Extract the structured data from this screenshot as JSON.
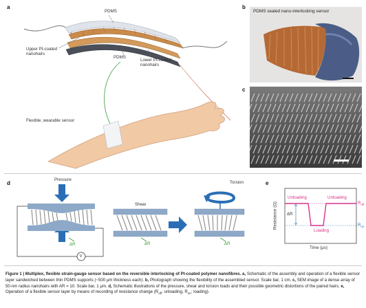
{
  "panels": {
    "a": {
      "letter": "a",
      "pdms_top": "PDMS",
      "upper_label": "Upper Pt-coated nanohairs",
      "pdms_mid": "PDMS",
      "lower_label": "Lower Pt-coated nanohairs",
      "wearable_label": "Flexible, wearable sensor"
    },
    "b": {
      "letter": "b",
      "label": "PDMS sealed nano-interlocking sensor"
    },
    "c": {
      "letter": "c"
    },
    "d": {
      "letter": "d",
      "pressure": "Pressure",
      "delta_r": "ΔR",
      "voltmeter": "V",
      "shear": "Shear",
      "shear_delta": "ΔR",
      "torsion": "Torsion",
      "torsion_delta": "ΔR"
    },
    "e": {
      "letter": "e",
      "ylabel": "Resistance (Ω)",
      "xlabel": "Time (μs)",
      "unloading_left": "Unloading",
      "unloading_right": "Unloading",
      "loading": "Loading",
      "r_off": "R",
      "r_off_sub": "off",
      "r_on": "R",
      "r_on_sub": "on",
      "delta_r": "ΔR"
    }
  },
  "caption": {
    "bold_part": "Figure 1 | Multiplex, flexible strain-gauge sensor based on the reversible interlocking of Pt-coated polymer nanofibres. a,",
    "text_a": " Schematic of the assembly and operation of a flexible sensor layer sandwiched between thin PDMS supports (~500 μm thickness each). ",
    "b_letter": "b,",
    "text_b": " Photograph showing the flexibility of the assembled sensor. Scale bar, 1 cm. ",
    "c_letter": "c,",
    "text_c": " SEM image of a dense array of 50-nm radius nanohairs with AR = 10. Scale bar, 1 μm. ",
    "d_letter": "d,",
    "text_d": " Schematic illustrations of the pressure, shear and torsion loads and their possible geometric distortions of the paired hairs. ",
    "e_letter": "e,",
    "text_e": " Operation of a flexible sensor layer by means of recording of resistance change (R",
    "off_sub": "off",
    "text_e2": ": unloading, R",
    "on_sub": "on",
    "text_e3": ": loading)."
  },
  "colors": {
    "pink": "#d6338a",
    "blue_arrow": "#2a6fb5",
    "pdms_blue": "#8ea9c8",
    "green": "#3a9a3a"
  }
}
